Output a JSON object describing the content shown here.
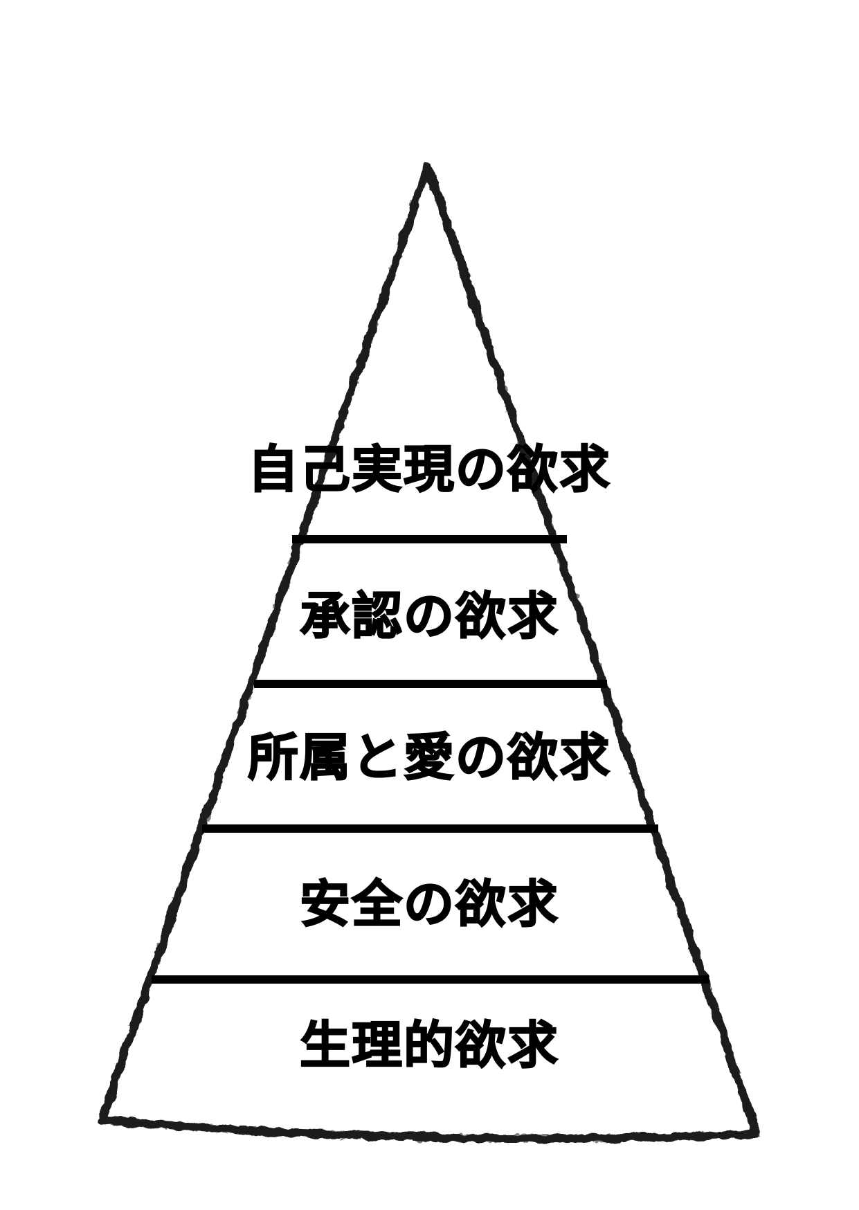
{
  "colors": {
    "background": "#ffffff",
    "outline": "#1c1c1c",
    "divider": "#000000",
    "text": "#000000"
  },
  "diagram": {
    "type": "pyramid",
    "levels": [
      {
        "rank": 1,
        "label": "自己実現の欲求"
      },
      {
        "rank": 2,
        "label": "承認の欲求"
      },
      {
        "rank": 3,
        "label": "所属と愛の欲求"
      },
      {
        "rank": 4,
        "label": "安全の欲求"
      },
      {
        "rank": 5,
        "label": "生理的欲求"
      }
    ]
  }
}
